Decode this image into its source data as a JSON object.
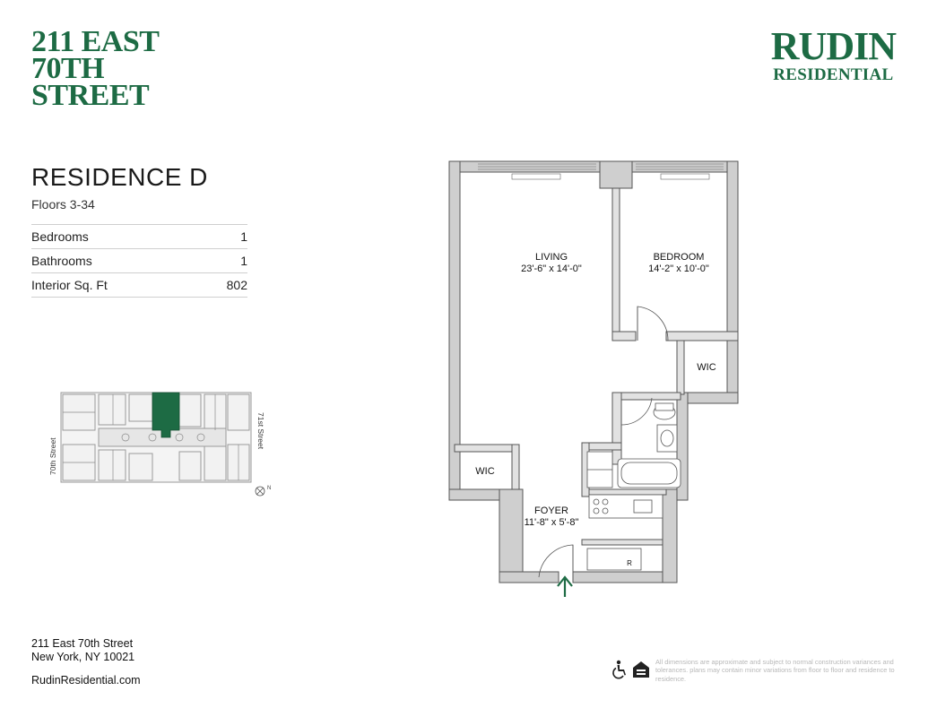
{
  "building": {
    "line1": "211 EAST",
    "line2": "70TH",
    "line3": "STREET"
  },
  "brand": {
    "line1": "RUDIN",
    "line2": "RESIDENTIAL",
    "color": "#1d6b44"
  },
  "residence": {
    "title": "RESIDENCE D",
    "floors": "Floors 3-34",
    "specs": [
      {
        "label": "Bedrooms",
        "value": "1"
      },
      {
        "label": "Bathrooms",
        "value": "1"
      },
      {
        "label": "Interior Sq. Ft",
        "value": "802"
      }
    ]
  },
  "keyplan": {
    "left_street": "70th Street",
    "right_street": "71st Street",
    "compass": "N",
    "highlight_color": "#1d6b44"
  },
  "plan": {
    "rooms": {
      "living_name": "LIVING",
      "living_dims": "23'-6\" x 14'-0\"",
      "bedroom_name": "BEDROOM",
      "bedroom_dims": "14'-2\" x 10'-0\"",
      "wic_bedroom": "WIC",
      "wic_living": "WIC",
      "foyer_name": "FOYER",
      "foyer_dims": "11'-8\" x 5'-8\"",
      "fridge": "R"
    },
    "wall_color": "#cfcfcf",
    "entry_arrow_color": "#1d6b44"
  },
  "footer": {
    "address1": "211 East 70th Street",
    "address2": "New York, NY 10021",
    "website": "RudinResidential.com",
    "disclaimer": "All dimensions are approximate and subject to normal construction variances and tolerances. plans may contain minor variations from floor to floor and residence to residence.",
    "icons": [
      "accessibility-icon",
      "equal-housing-icon"
    ]
  }
}
